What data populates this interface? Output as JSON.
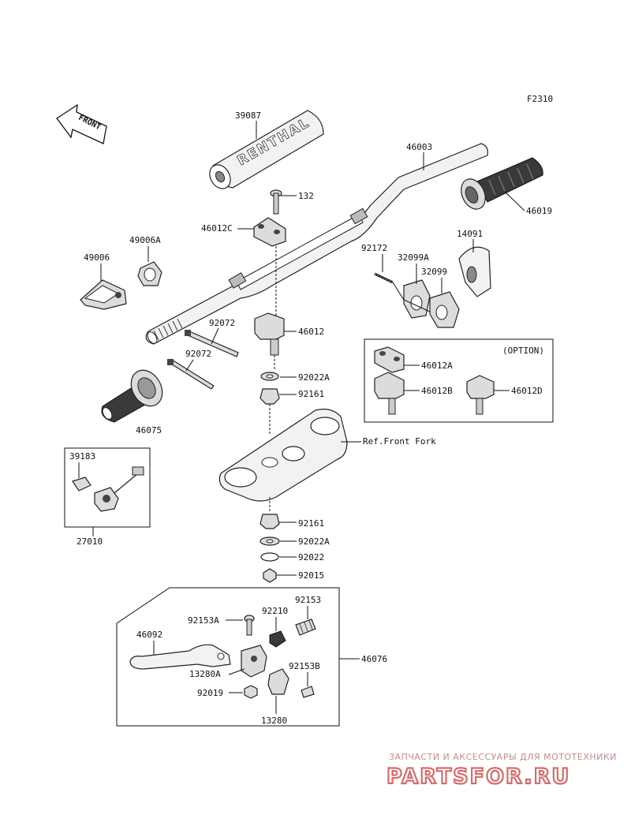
{
  "figure_code": "F2310",
  "front_label": "FRONT",
  "grip_pad_text": "RENTHAL",
  "option_label": "(OPTION)",
  "ref_label": "Ref.Front Fork",
  "watermark": {
    "tagline": "ЗАПЧАСТИ И АКСЕССУАРЫ ДЛЯ МОТОТЕХНИКИ",
    "logo_text": "PARTSFOR.RU"
  },
  "parts": {
    "p39087": "39087",
    "p46003": "46003",
    "p46019": "46019",
    "p132": "132",
    "p46012C": "46012C",
    "p49006A": "49006A",
    "p49006": "49006",
    "p14091": "14091",
    "p92172": "92172",
    "p32099A": "32099A",
    "p32099": "32099",
    "p92072a": "92072",
    "p46012": "46012",
    "p92072b": "92072",
    "p46012A": "46012A",
    "p46012B": "46012B",
    "p46012D": "46012D",
    "p92022A_top": "92022A",
    "p92161_top": "92161",
    "p46075": "46075",
    "p39183": "39183",
    "p27010": "27010",
    "p92161_bot": "92161",
    "p92022A_bot": "92022A",
    "p92022": "92022",
    "p92015": "92015",
    "p92153": "92153",
    "p92153A": "92153A",
    "p92210": "92210",
    "p46092": "46092",
    "p46076": "46076",
    "p13280A": "13280A",
    "p92153B": "92153B",
    "p92019": "92019",
    "p13280": "13280"
  }
}
